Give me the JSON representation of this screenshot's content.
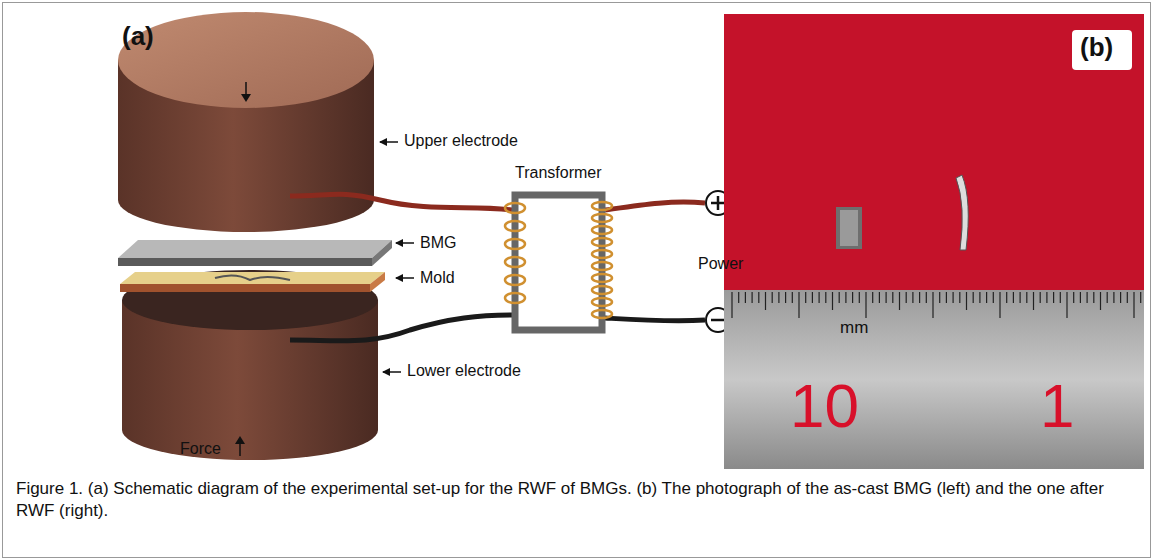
{
  "diagram": {
    "caption": "Figure 1. (a) Schematic diagram of the experimental set-up for the RWF of BMGs. (b) The photograph of the as-cast BMG (left) and the one after RWF (right).",
    "labels": [
      "(a)",
      "Upper electrode",
      "BMG",
      "Mold",
      "Lower electrode",
      "Force",
      "Transformer",
      "Power",
      "(b)",
      "mm",
      "10",
      "1"
    ]
  }
}
